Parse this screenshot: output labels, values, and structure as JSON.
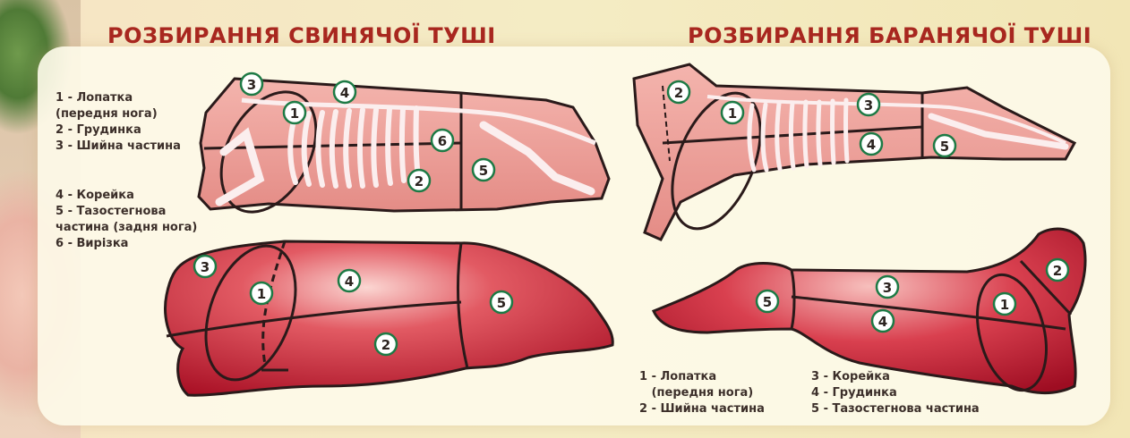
{
  "pork": {
    "title": "РОЗБИРАННЯ СВИНЯЧОЇ ТУШІ",
    "legend_lines": [
      "1 - Лопатка",
      "(передня нога)",
      "2 - Грудинка",
      "3 - Шийна частина",
      "4 - Корейка",
      "5 - Тазостегнова",
      "частина (задня нога)",
      "6 - Вирізка"
    ]
  },
  "lamb": {
    "title": "РОЗБИРАННЯ БАРАНЯЧОЇ ТУШІ",
    "legend_left": [
      "1 - Лопатка",
      "   (передня нога)",
      "2 - Шийна частина"
    ],
    "legend_right": [
      "3 - Корейка",
      "4 - Грудинка",
      "5 - Тазостегнова частина"
    ]
  },
  "markers": {
    "pork_top": [
      "3",
      "4",
      "1",
      "6",
      "2",
      "5"
    ],
    "pork_bottom": [
      "3",
      "1",
      "4",
      "5",
      "2"
    ],
    "lamb_top": [
      "2",
      "1",
      "3",
      "4",
      "5"
    ],
    "lamb_bottom": [
      "5",
      "3",
      "4",
      "1",
      "2"
    ]
  },
  "colors": {
    "title": "#a8271f",
    "meat_light": "#f1a7a0",
    "meat_dark": "#b8142a",
    "marker_ring": "#1d7a45"
  }
}
